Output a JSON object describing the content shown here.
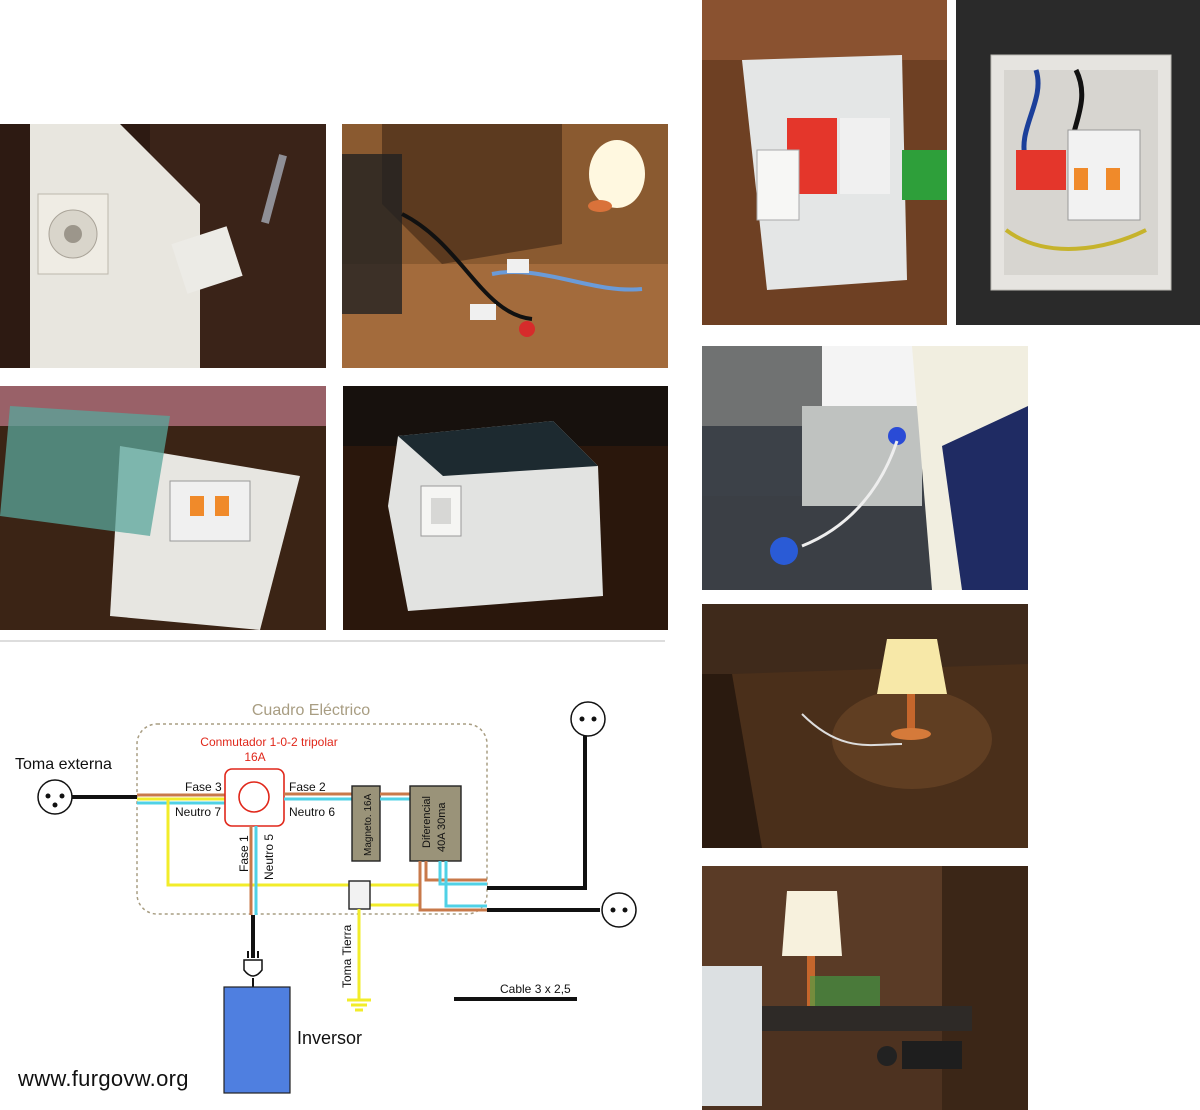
{
  "photos": [
    {
      "name": "photo-drilled-box",
      "subject": "enclosure with switch mount on workbench"
    },
    {
      "name": "photo-lamp-cables",
      "subject": "lamp test with cables and connectors"
    },
    {
      "name": "photo-breaker-panel-open",
      "subject": "open breaker panel with transparent lid"
    },
    {
      "name": "photo-closed-enclosure",
      "subject": "closed electrical enclosure with rotary switch"
    },
    {
      "name": "photo-switch-breakers",
      "subject": "enclosure with rotary switch and breakers"
    },
    {
      "name": "photo-wired-enclosure",
      "subject": "wired enclosure interior"
    },
    {
      "name": "photo-external-plug",
      "subject": "external socket plugged into van"
    },
    {
      "name": "photo-lamp-lit-dark",
      "subject": "lit lamp inside van"
    },
    {
      "name": "photo-lamp-van-interior",
      "subject": "lamp on van counter with sockets"
    }
  ],
  "diagram": {
    "title": "Cuadro Eléctrico",
    "conmutador_line1": "Conmutador 1-0-2 tripolar",
    "conmutador_line2": "16A",
    "toma_externa": "Toma externa",
    "fase3": "Fase 3",
    "neutro7": "Neutro 7",
    "fase2": "Fase 2",
    "neutro6": "Neutro 6",
    "fase1": "Fase 1",
    "neutro5": "Neutro 5",
    "magneto": "Magneto. 16A",
    "diferencial_line1": "Diferencial",
    "diferencial_line2": "40A 30ma",
    "toma_tierra": "Toma Tierra",
    "cable": "Cable 3 x 2,5",
    "inversor": "Inversor",
    "colors": {
      "fase": "#c8794a",
      "neutro": "#4fd1e6",
      "tierra": "#f2ec2a",
      "cable": "#111111",
      "title": "#a89d82",
      "conmutador": "#e0271a",
      "box_fill": "#9a9379",
      "inversor": "#4f7fe0"
    }
  },
  "watermark": "www.furgovw.org"
}
